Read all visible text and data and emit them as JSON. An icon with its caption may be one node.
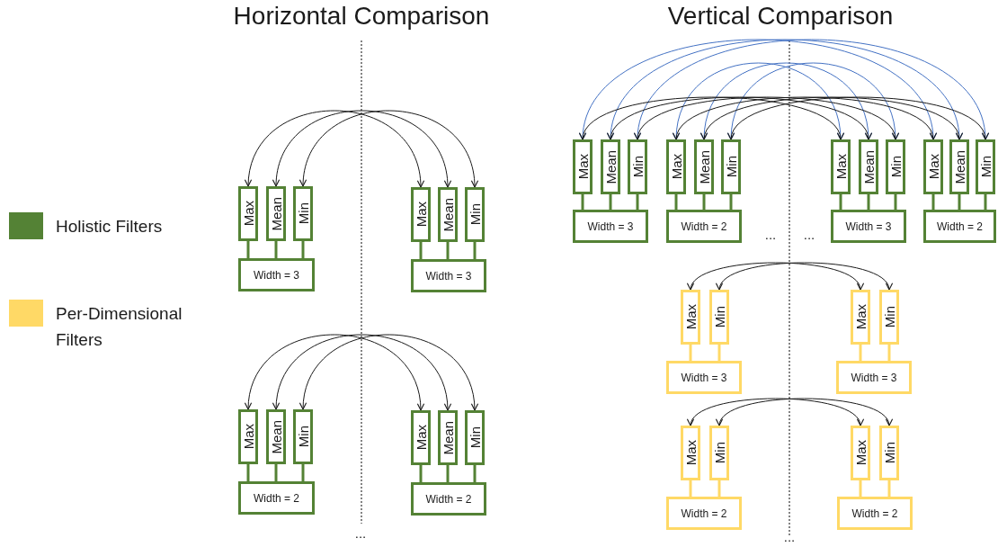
{
  "diagram": {
    "nodes": [
      {
        "text": [
          "Max"
        ]
      },
      {
        "text": [
          "Mean"
        ]
      },
      {
        "text": [
          "Min"
        ]
      },
      {
        "text": [
          "Width = 3"
        ]
      },
      {
        "text": [
          "Max"
        ]
      },
      {
        "text": [
          "Mean"
        ]
      },
      {
        "text": [
          "Min"
        ]
      },
      {
        "text": [
          "Width = 3"
        ]
      },
      {
        "text": [
          "Max"
        ]
      },
      {
        "text": [
          "Mean"
        ]
      },
      {
        "text": [
          "Min"
        ]
      },
      {
        "text": [
          "Width = 2"
        ]
      },
      {
        "text": [
          "Max"
        ]
      },
      {
        "text": [
          "Mean"
        ]
      },
      {
        "text": [
          "Min"
        ]
      },
      {
        "text": [
          "Width = 2"
        ]
      },
      {
        "text": [
          "Max"
        ]
      },
      {
        "text": [
          "Mean"
        ]
      },
      {
        "text": [
          "Min"
        ]
      },
      {
        "text": [
          "Width = 3"
        ]
      },
      {
        "text": [
          "Max"
        ]
      },
      {
        "text": [
          "Mean"
        ]
      },
      {
        "text": [
          "Min"
        ]
      },
      {
        "text": [
          "Width = 2"
        ]
      },
      {
        "text": [
          "Max"
        ]
      },
      {
        "text": [
          "Mean"
        ]
      },
      {
        "text": [
          "Min"
        ]
      },
      {
        "text": [
          "Width = 3"
        ]
      },
      {
        "text": [
          "Max"
        ]
      },
      {
        "text": [
          "Mean"
        ]
      },
      {
        "text": [
          "Min"
        ]
      },
      {
        "text": [
          "Width = 2"
        ]
      },
      {
        "text": [
          "Max"
        ]
      },
      {
        "text": [
          "Min"
        ]
      },
      {
        "text": [
          "Width = 3"
        ]
      },
      {
        "text": [
          "Max"
        ]
      },
      {
        "text": [
          "Min"
        ]
      },
      {
        "text": [
          "Width = 3"
        ]
      },
      {
        "text": [
          "Max"
        ]
      },
      {
        "text": [
          "Min"
        ]
      },
      {
        "text": [
          "Width = 2"
        ]
      },
      {
        "text": [
          "Max"
        ]
      },
      {
        "text": [
          "Min"
        ]
      },
      {
        "text": [
          "Width = 2"
        ]
      }
    ],
    "edges": [
      {
        "from": 0,
        "to": 3,
        "arrow": "none",
        "color": "#548235"
      },
      {
        "from": 1,
        "to": 3,
        "arrow": "none",
        "color": "#548235"
      },
      {
        "from": 2,
        "to": 3,
        "arrow": "none",
        "color": "#548235"
      },
      {
        "from": 4,
        "to": 7,
        "arrow": "none",
        "color": "#548235"
      },
      {
        "from": 5,
        "to": 7,
        "arrow": "none",
        "color": "#548235"
      },
      {
        "from": 6,
        "to": 7,
        "arrow": "none",
        "color": "#548235"
      },
      {
        "from": 8,
        "to": 11,
        "arrow": "none",
        "color": "#548235"
      },
      {
        "from": 9,
        "to": 11,
        "arrow": "none",
        "color": "#548235"
      },
      {
        "from": 10,
        "to": 11,
        "arrow": "none",
        "color": "#548235"
      },
      {
        "from": 12,
        "to": 15,
        "arrow": "none",
        "color": "#548235"
      },
      {
        "from": 13,
        "to": 15,
        "arrow": "none",
        "color": "#548235"
      },
      {
        "from": 14,
        "to": 15,
        "arrow": "none",
        "color": "#548235"
      },
      {
        "from": 16,
        "to": 19,
        "arrow": "none",
        "color": "#548235"
      },
      {
        "from": 17,
        "to": 19,
        "arrow": "none",
        "color": "#548235"
      },
      {
        "from": 18,
        "to": 19,
        "arrow": "none",
        "color": "#548235"
      },
      {
        "from": 20,
        "to": 23,
        "arrow": "none",
        "color": "#548235"
      },
      {
        "from": 21,
        "to": 23,
        "arrow": "none",
        "color": "#548235"
      },
      {
        "from": 22,
        "to": 23,
        "arrow": "none",
        "color": "#548235"
      },
      {
        "from": 24,
        "to": 27,
        "arrow": "none",
        "color": "#548235"
      },
      {
        "from": 25,
        "to": 27,
        "arrow": "none",
        "color": "#548235"
      },
      {
        "from": 26,
        "to": 27,
        "arrow": "none",
        "color": "#548235"
      },
      {
        "from": 28,
        "to": 31,
        "arrow": "none",
        "color": "#548235"
      },
      {
        "from": 29,
        "to": 31,
        "arrow": "none",
        "color": "#548235"
      },
      {
        "from": 30,
        "to": 31,
        "arrow": "none",
        "color": "#548235"
      },
      {
        "from": 32,
        "to": 34,
        "arrow": "none",
        "color": "#ffd966"
      },
      {
        "from": 33,
        "to": 34,
        "arrow": "none",
        "color": "#ffd966"
      },
      {
        "from": 35,
        "to": 37,
        "arrow": "none",
        "color": "#ffd966"
      },
      {
        "from": 36,
        "to": 37,
        "arrow": "none",
        "color": "#ffd966"
      },
      {
        "from": 38,
        "to": 40,
        "arrow": "none",
        "color": "#ffd966"
      },
      {
        "from": 39,
        "to": 40,
        "arrow": "none",
        "color": "#ffd966"
      },
      {
        "from": 41,
        "to": 43,
        "arrow": "none",
        "color": "#ffd966"
      },
      {
        "from": 42,
        "to": 43,
        "arrow": "none",
        "color": "#ffd966"
      },
      {
        "from": 0,
        "to": 4,
        "arrow": "both",
        "color": "#1a1a1a"
      },
      {
        "from": 1,
        "to": 5,
        "arrow": "both",
        "color": "#1a1a1a"
      },
      {
        "from": 2,
        "to": 6,
        "arrow": "both",
        "color": "#1a1a1a"
      },
      {
        "from": 8,
        "to": 12,
        "arrow": "both",
        "color": "#1a1a1a"
      },
      {
        "from": 9,
        "to": 13,
        "arrow": "both",
        "color": "#1a1a1a"
      },
      {
        "from": 10,
        "to": 14,
        "arrow": "both",
        "color": "#1a1a1a"
      },
      {
        "from": 16,
        "to": 28,
        "arrow": "both",
        "color": "#4472c4"
      },
      {
        "from": 17,
        "to": 29,
        "arrow": "both",
        "color": "#4472c4"
      },
      {
        "from": 18,
        "to": 30,
        "arrow": "both",
        "color": "#4472c4"
      },
      {
        "from": 20,
        "to": 24,
        "arrow": "both",
        "color": "#4472c4"
      },
      {
        "from": 21,
        "to": 25,
        "arrow": "both",
        "color": "#4472c4"
      },
      {
        "from": 22,
        "to": 26,
        "arrow": "both",
        "color": "#4472c4"
      },
      {
        "from": 16,
        "to": 24,
        "arrow": "both",
        "color": "#1a1a1a"
      },
      {
        "from": 17,
        "to": 25,
        "arrow": "both",
        "color": "#1a1a1a"
      },
      {
        "from": 18,
        "to": 26,
        "arrow": "both",
        "color": "#1a1a1a"
      },
      {
        "from": 20,
        "to": 28,
        "arrow": "both",
        "color": "#1a1a1a"
      },
      {
        "from": 21,
        "to": 29,
        "arrow": "both",
        "color": "#1a1a1a"
      },
      {
        "from": 22,
        "to": 30,
        "arrow": "both",
        "color": "#1a1a1a"
      },
      {
        "from": 32,
        "to": 35,
        "arrow": "both",
        "color": "#1a1a1a"
      },
      {
        "from": 33,
        "to": 36,
        "arrow": "both",
        "color": "#1a1a1a"
      },
      {
        "from": 38,
        "to": 41,
        "arrow": "both",
        "color": "#1a1a1a"
      },
      {
        "from": 39,
        "to": 42,
        "arrow": "both",
        "color": "#1a1a1a"
      }
    ],
    "labels": [
      "Horizontal Comparison",
      "Vertical Comparison",
      "...",
      "...",
      "...",
      "..."
    ],
    "legend": [
      {
        "text": "Holistic Filters",
        "color": "#548235"
      },
      {
        "text": "Per-Dimensional Filters",
        "color": "#ffd966"
      }
    ]
  }
}
